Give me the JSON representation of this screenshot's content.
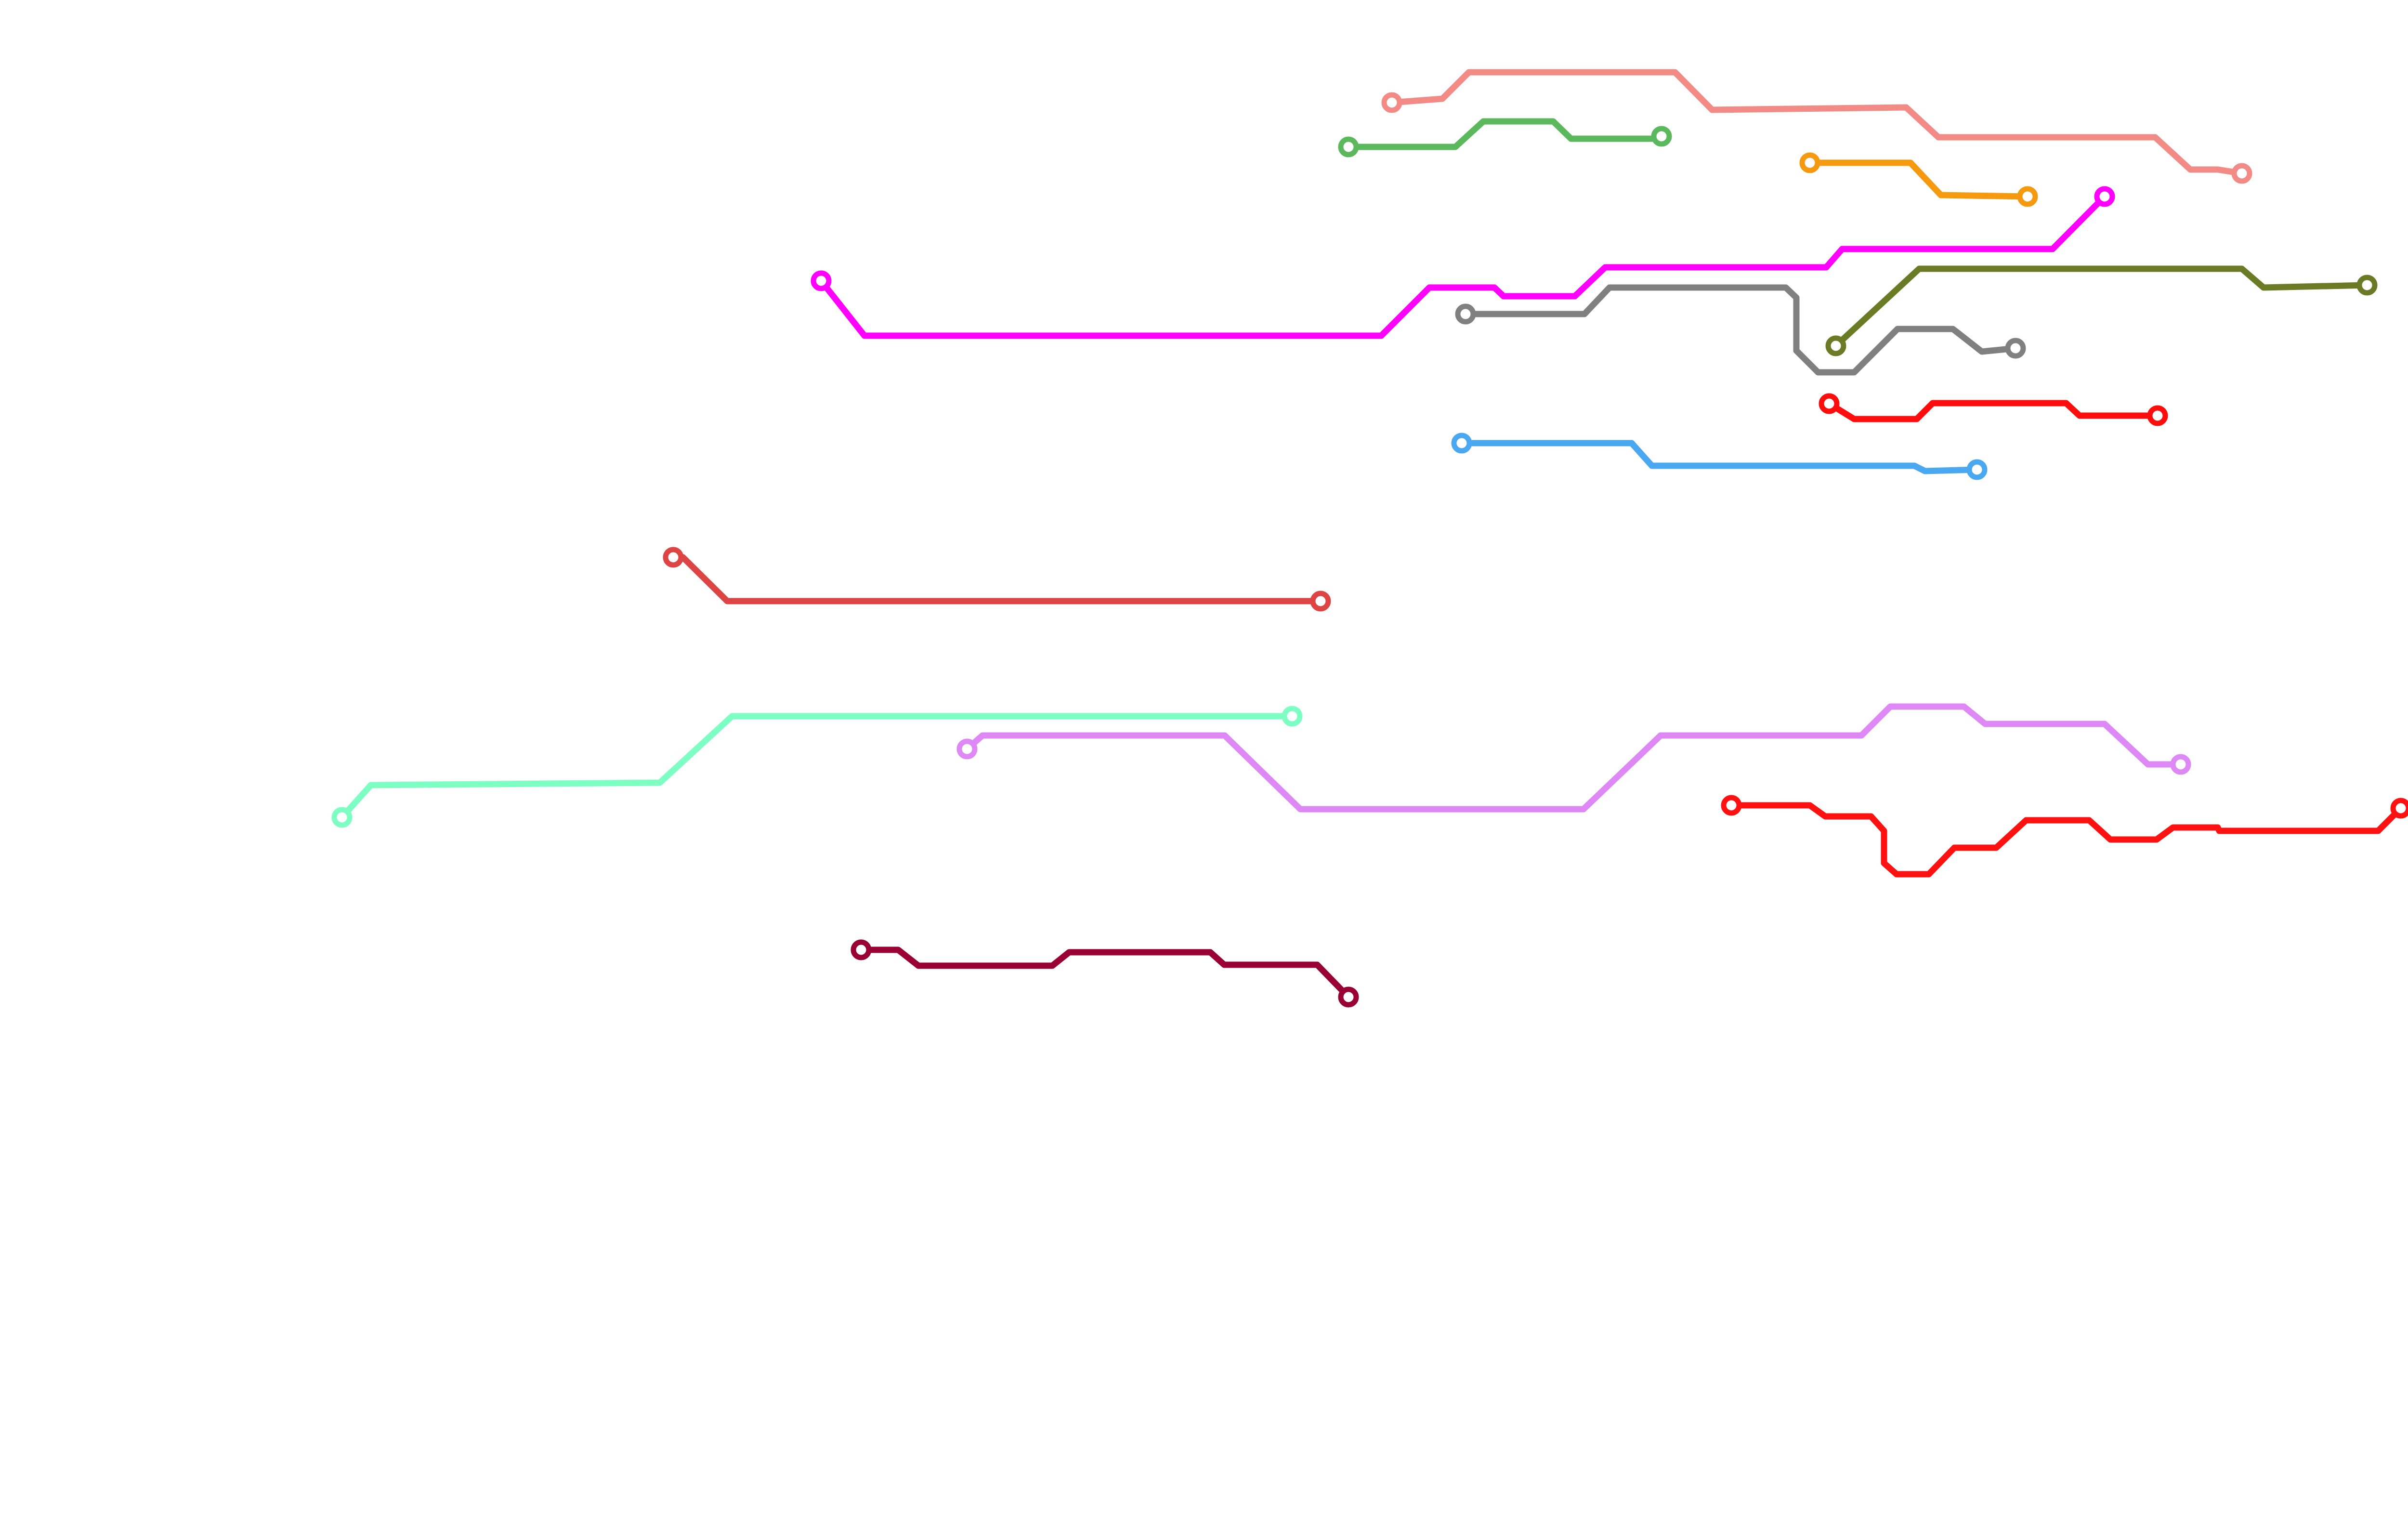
{
  "diagram": {
    "type": "transit-line-map",
    "background": "#ffffff",
    "routes": [
      {
        "id": "salmon",
        "color": "#f28a86"
      },
      {
        "id": "green",
        "color": "#5cb85c"
      },
      {
        "id": "orange",
        "color": "#f5990f"
      },
      {
        "id": "magenta",
        "color": "#ff00ff"
      },
      {
        "id": "olive",
        "color": "#6b7a25"
      },
      {
        "id": "gray",
        "color": "#808080"
      },
      {
        "id": "red-upper",
        "color": "#ff0d0d"
      },
      {
        "id": "sky-blue",
        "color": "#4aa8f0"
      },
      {
        "id": "brick-red",
        "color": "#dd4444"
      },
      {
        "id": "mint",
        "color": "#7dffc4"
      },
      {
        "id": "lavender",
        "color": "#dd88f5"
      },
      {
        "id": "red-lower",
        "color": "#ff1111"
      },
      {
        "id": "maroon",
        "color": "#990033"
      }
    ]
  }
}
